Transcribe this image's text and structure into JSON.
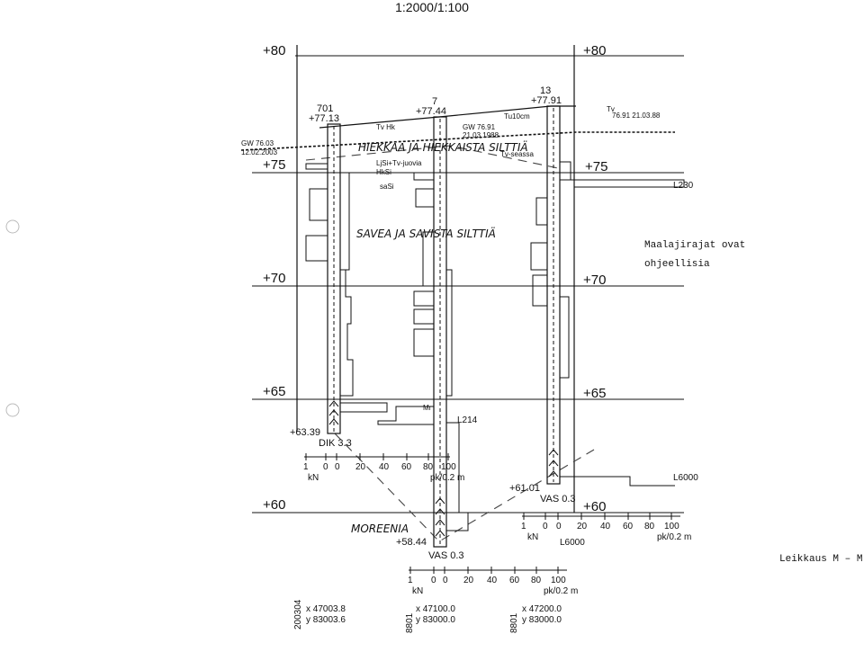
{
  "scale": "1:2000/1:100",
  "elevations": [
    "+80",
    "+75",
    "+70",
    "+65",
    "+60"
  ],
  "boreholes": [
    {
      "id": "701",
      "top": "+77.13",
      "bottom": "+63.39",
      "stop": "DIK 3.3",
      "coord_id": "200304",
      "x": "x  47003.8",
      "y": "y  83003.6"
    },
    {
      "id": "7",
      "top": "+77.44",
      "bottom": "+58.44",
      "stop": "VAS 0.3",
      "coord_id": "8801",
      "x": "x  47100.0",
      "y": "y  83000.0"
    },
    {
      "id": "13",
      "top": "+77.91",
      "bottom": "+61.01",
      "stop": "VAS 0.3",
      "coord_id": "8801",
      "x": "x  47200.0",
      "y": "y  83000.0"
    }
  ],
  "groundwater": [
    {
      "label": "GW 76.03",
      "date": "12.02.2003"
    },
    {
      "label": "GW 76.91",
      "date": "21.03.1988"
    },
    {
      "label": "Tv",
      "date": "76.91 21.03.88"
    }
  ],
  "annotations": {
    "tv_hk": "Tv\nHk",
    "tu10": "Tu10cm",
    "lsi_juovia": "LjSi+Tv-juovia",
    "hksi": "HkSi",
    "sasi": "saSi",
    "tv_seassa": "Tv-seassa",
    "mr": "Mr",
    "l214": "L214",
    "l230": "L230",
    "l6000_a": "L6000",
    "l6000_b": "L6000",
    "hand_top": "HIEKKAA JA HIEKKAISTA SILTTIÄ",
    "hand_mid": "SAVEA JA SAVISTA SILTTIÄ",
    "hand_bottom": "MOREENIA",
    "note_line1": "Maalajirajat ovat",
    "note_line2": "ohjeellisia",
    "section": "Leikkaus M – M"
  },
  "scale_axis": {
    "left": "1",
    "zero": "0",
    "ticks": [
      "0",
      "20",
      "40",
      "60",
      "80",
      "100"
    ],
    "unit_left": "kN",
    "unit_right": "pk/0.2 m"
  }
}
